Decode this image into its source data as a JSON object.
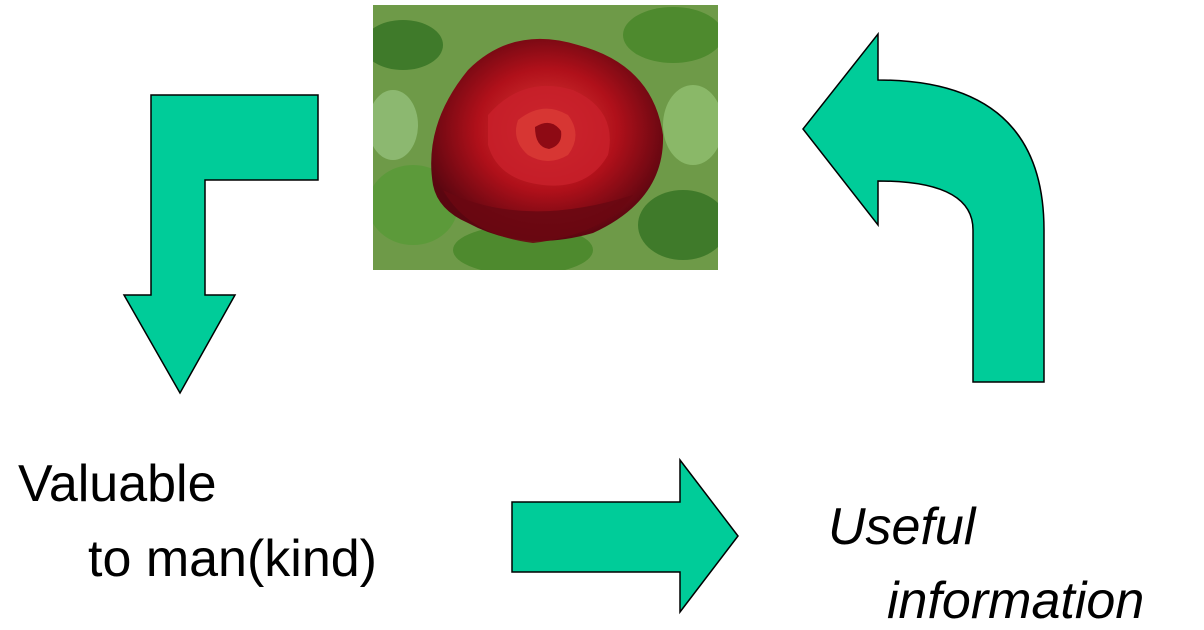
{
  "colors": {
    "arrow_fill": "#00CC99",
    "arrow_stroke": "#000000",
    "rose_petal": "#B0101A",
    "leaves": "#4E8A2E",
    "text": "#000000"
  },
  "image": {
    "subject": "red-rose-photo"
  },
  "labels": {
    "valuable_line1": "Valuable",
    "valuable_line2": "to man(kind)",
    "useful_line1": "Useful",
    "useful_line2": "information"
  },
  "icons": [
    "arrow-down-left",
    "arrow-right",
    "arrow-up-curved"
  ]
}
